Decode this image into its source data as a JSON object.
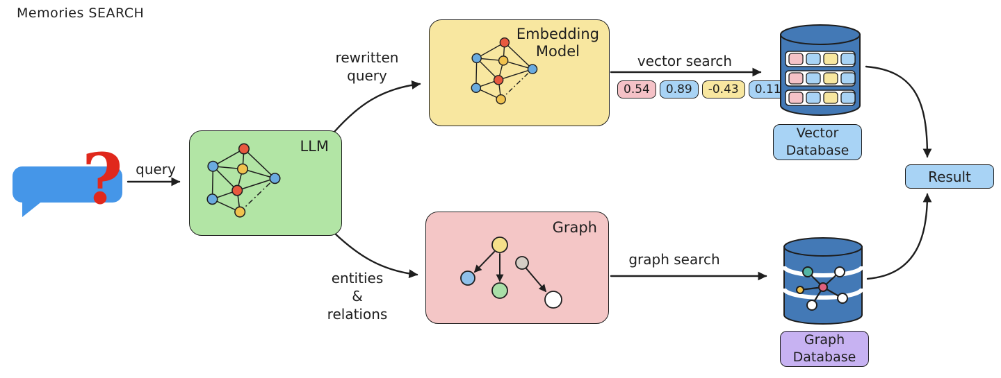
{
  "title": "Memories SEARCH",
  "chat": {
    "question_mark": "?"
  },
  "edges": {
    "query": "query",
    "rewritten_query": "rewritten\nquery",
    "entities_relations": "entities\n&\nrelations",
    "vector_search": "vector search",
    "graph_search": "graph search"
  },
  "nodes": {
    "llm": "LLM",
    "embedding_model": "Embedding\nModel",
    "graph": "Graph",
    "vector_database": "Vector\nDatabase",
    "graph_database": "Graph\nDatabase",
    "result": "Result"
  },
  "vector_values": [
    "0.54",
    "0.89",
    "-0.43",
    "0.11"
  ],
  "colors": {
    "llm_fill": "#b2e5a5",
    "embedding_fill": "#f8e7a0",
    "graph_fill": "#f4c6c6",
    "database_blue": "#4379b6",
    "label_blue_fill": "#a8d3f5",
    "label_purple_fill": "#c7b2f2",
    "bubble_blue": "#4596e8",
    "question_red": "#e0281c",
    "chip_pink": "#f5c2c7",
    "chip_blue": "#a8d3f5",
    "chip_yellow": "#f8e7a0",
    "stroke_dark": "#1e1e1e",
    "node_red": "#e8593f",
    "node_blue": "#6aabdf",
    "node_yellow": "#f0c24e",
    "node_green": "#aadfa8",
    "node_teal": "#53b5a5"
  }
}
